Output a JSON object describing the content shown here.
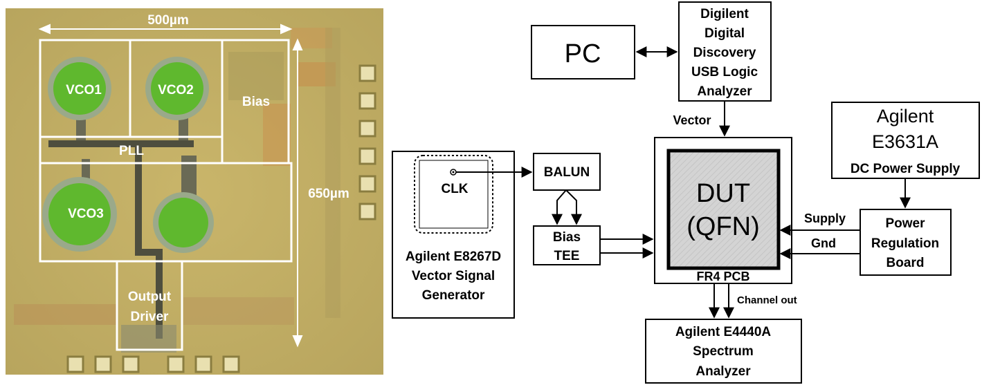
{
  "die_photo": {
    "width_label": "500µm",
    "height_label": "650µm",
    "blocks": {
      "vco1": "VCO1",
      "vco2": "VCO2",
      "vco3": "VCO3",
      "bias": "Bias",
      "pll": "PLL",
      "output_driver_line1": "Output",
      "output_driver_line2": "Driver"
    }
  },
  "block_diagram": {
    "pc": "PC",
    "logic_analyzer": [
      "Digilent",
      "Digital",
      "Discovery",
      "USB Logic",
      "Analyzer"
    ],
    "vector_label": "Vector",
    "power_supply": {
      "line1": "Agilent",
      "line2": "E3631A",
      "line3": "DC Power Supply"
    },
    "signal_generator": {
      "clk": "CLK",
      "line1": "Agilent E8267D",
      "line2": "Vector Signal",
      "line3": "Generator"
    },
    "balun": "BALUN",
    "bias_tee": [
      "Bias",
      "TEE"
    ],
    "dut": [
      "DUT",
      "(QFN)"
    ],
    "pcb": "FR4 PCB",
    "power_regulation": [
      "Power",
      "Regulation",
      "Board"
    ],
    "supply_label": "Supply",
    "gnd_label": "Gnd",
    "channel_out_label": "Channel out",
    "spectrum_analyzer": [
      "Agilent E4440A",
      "Spectrum",
      "Analyzer"
    ]
  }
}
